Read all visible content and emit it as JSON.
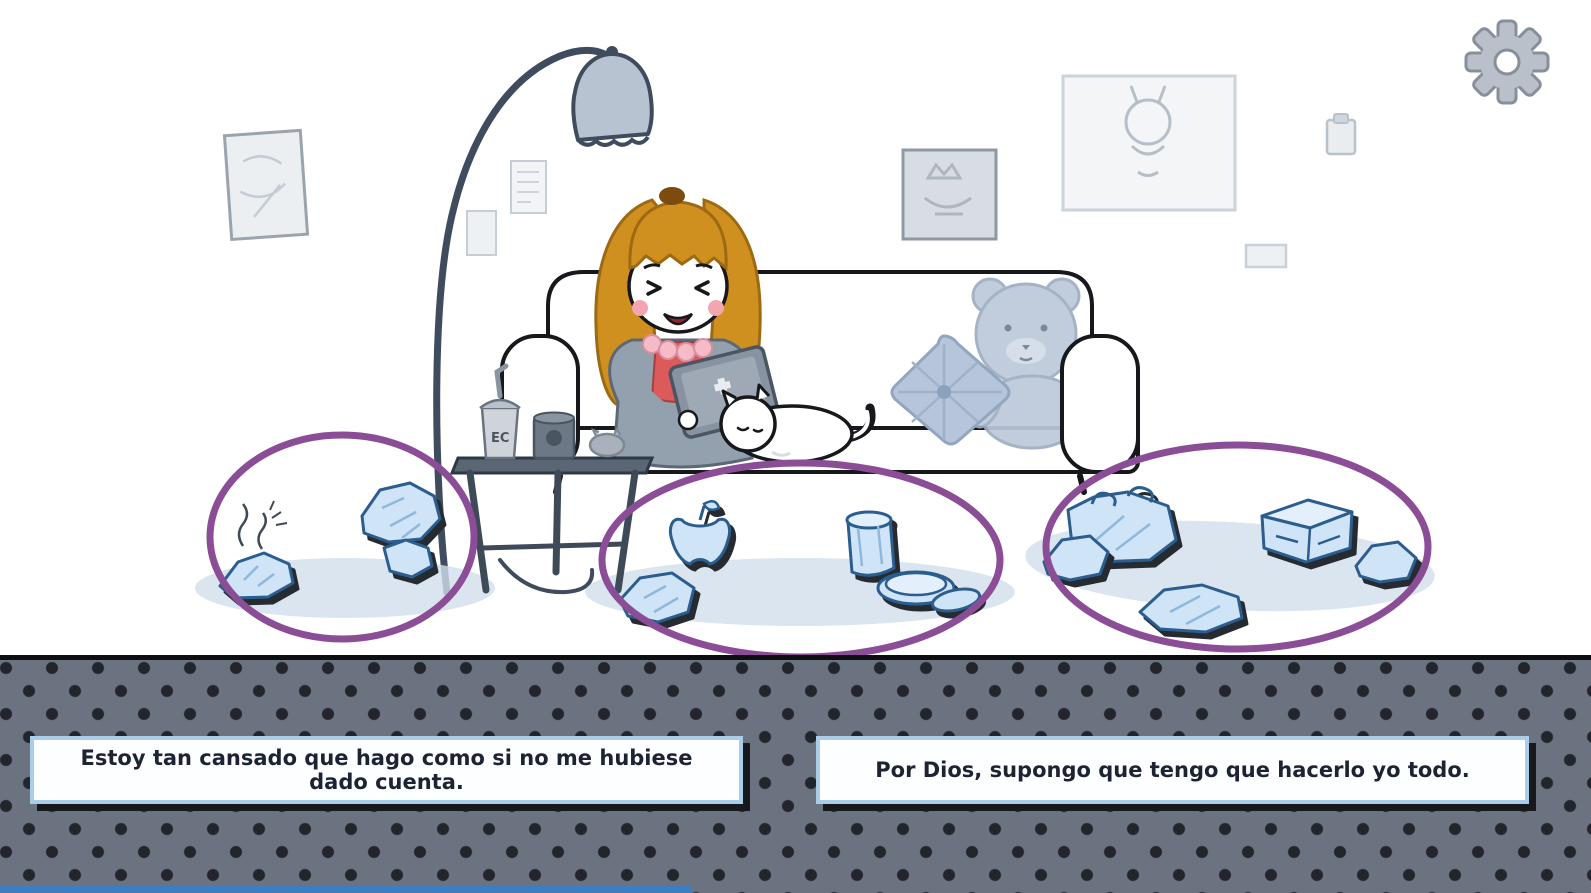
{
  "hud": {
    "settings_icon": "gear"
  },
  "choices": [
    {
      "label": "Estoy tan cansado que hago como si no me hubiese dado cuenta."
    },
    {
      "label": "Por Dios, supongo que tengo que hacerlo yo todo."
    }
  ],
  "scene": {
    "cup_label": "EC",
    "highlight_circle_count": 3,
    "colors": {
      "highlight_circle": "#8a4d96",
      "trash_fill": "#cfe4f7",
      "trash_outline": "#2c5d8f",
      "panel_background": "#6b7380",
      "panel_dots": "#22262c",
      "choice_border": "#aacdea",
      "choice_shadow": "#17191d",
      "hair": "#d0901f",
      "bottom_strip": "#3e7dc0"
    }
  }
}
